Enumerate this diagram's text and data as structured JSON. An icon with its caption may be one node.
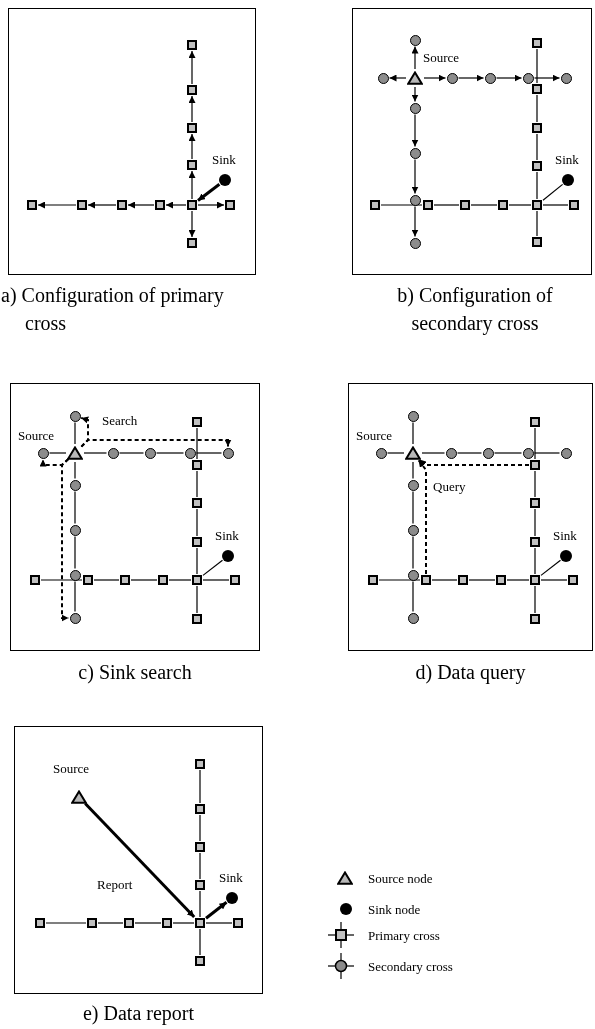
{
  "diagram": {
    "nodes": [
      {
        "text": [],
        "shape": "box",
        "beside": [
          "a) Configuration of primary cross"
        ]
      },
      {
        "text": [],
        "shape": "square",
        "in": 0
      },
      {
        "text": [],
        "shape": "square",
        "in": 0
      },
      {
        "text": [],
        "shape": "square",
        "in": 0
      },
      {
        "text": [],
        "shape": "square",
        "in": 0
      },
      {
        "text": [],
        "shape": "square",
        "in": 0
      },
      {
        "text": [],
        "shape": "square",
        "in": 0
      },
      {
        "text": [],
        "shape": "square",
        "in": 0
      },
      {
        "text": [],
        "shape": "square",
        "in": 0
      },
      {
        "text": [],
        "shape": "square",
        "in": 0
      },
      {
        "text": [],
        "shape": "square",
        "in": 0
      },
      {
        "text": [],
        "shape": "square",
        "in": 0
      },
      {
        "text": [],
        "shape": "dot",
        "in": 0,
        "beside": [
          "Sink"
        ]
      },
      {
        "text": [],
        "shape": "box",
        "beside": [
          "b) Configuration of secondary cross"
        ]
      },
      {
        "text": [],
        "shape": "circle",
        "in": 13
      },
      {
        "text": [],
        "shape": "circle",
        "in": 13
      },
      {
        "text": [],
        "shape": "triangle",
        "in": 13,
        "beside": [
          "Source"
        ]
      },
      {
        "text": [],
        "shape": "circle",
        "in": 13
      },
      {
        "text": [],
        "shape": "circle",
        "in": 13
      },
      {
        "text": [],
        "shape": "circle",
        "in": 13
      },
      {
        "text": [],
        "shape": "circle",
        "in": 13
      },
      {
        "text": [],
        "shape": "square",
        "in": 13
      },
      {
        "text": [],
        "shape": "circle",
        "in": 13
      },
      {
        "text": [],
        "shape": "square",
        "in": 13
      },
      {
        "text": [],
        "shape": "circle",
        "in": 13
      },
      {
        "text": [],
        "shape": "square",
        "in": 13
      },
      {
        "text": [],
        "shape": "square",
        "in": 13
      },
      {
        "text": [],
        "shape": "dot",
        "in": 13,
        "beside": [
          "Sink"
        ]
      },
      {
        "text": [],
        "shape": "square",
        "in": 13
      },
      {
        "text": [],
        "shape": "circle",
        "in": 13
      },
      {
        "text": [],
        "shape": "square",
        "in": 13
      },
      {
        "text": [],
        "shape": "square",
        "in": 13
      },
      {
        "text": [],
        "shape": "square",
        "in": 13
      },
      {
        "text": [],
        "shape": "square",
        "in": 13
      },
      {
        "text": [],
        "shape": "square",
        "in": 13
      },
      {
        "text": [],
        "shape": "circle",
        "in": 13
      },
      {
        "text": [],
        "shape": "square",
        "in": 13
      },
      {
        "text": [],
        "shape": "box",
        "beside": [
          "c) Sink search"
        ]
      },
      {
        "text": [],
        "shape": "circle",
        "in": 37
      },
      {
        "text": [],
        "shape": "circle",
        "in": 37
      },
      {
        "text": [],
        "shape": "triangle",
        "in": 37
      },
      {
        "text": [],
        "shape": "circle",
        "in": 37
      },
      {
        "text": [],
        "shape": "circle",
        "in": 37
      },
      {
        "text": [],
        "shape": "circle",
        "in": 37
      },
      {
        "text": [],
        "shape": "circle",
        "in": 37
      },
      {
        "text": [],
        "shape": "square",
        "in": 37
      },
      {
        "text": [],
        "shape": "circle",
        "in": 37
      },
      {
        "text": [],
        "shape": "square",
        "in": 37
      },
      {
        "text": [],
        "shape": "square",
        "in": 37
      },
      {
        "text": [],
        "shape": "circle",
        "in": 37
      },
      {
        "text": [],
        "shape": "square",
        "in": 37
      },
      {
        "text": [],
        "shape": "dot",
        "in": 37,
        "beside": [
          "Sink"
        ]
      },
      {
        "text": [],
        "shape": "square",
        "in": 37
      },
      {
        "text": [],
        "shape": "circle",
        "in": 37
      },
      {
        "text": [],
        "shape": "square",
        "in": 37
      },
      {
        "text": [],
        "shape": "square",
        "in": 37
      },
      {
        "text": [],
        "shape": "square",
        "in": 37
      },
      {
        "text": [],
        "shape": "square",
        "in": 37
      },
      {
        "text": [],
        "shape": "square",
        "in": 37
      },
      {
        "text": [],
        "shape": "circle",
        "in": 37
      },
      {
        "text": [],
        "shape": "square",
        "in": 37
      },
      {
        "text": [],
        "shape": "box",
        "beside": [
          "d) Data query"
        ]
      },
      {
        "text": [],
        "shape": "circle",
        "in": 61
      },
      {
        "text": [],
        "shape": "circle",
        "in": 61
      },
      {
        "text": [],
        "shape": "triangle",
        "in": 61
      },
      {
        "text": [],
        "shape": "circle",
        "in": 61
      },
      {
        "text": [],
        "shape": "circle",
        "in": 61
      },
      {
        "text": [],
        "shape": "circle",
        "in": 61
      },
      {
        "text": [],
        "shape": "circle",
        "in": 61
      },
      {
        "text": [],
        "shape": "square",
        "in": 61
      },
      {
        "text": [],
        "shape": "circle",
        "in": 61
      },
      {
        "text": [],
        "shape": "square",
        "in": 61
      },
      {
        "text": [],
        "shape": "square",
        "in": 61
      },
      {
        "text": [],
        "shape": "circle",
        "in": 61
      },
      {
        "text": [],
        "shape": "square",
        "in": 61
      },
      {
        "text": [],
        "shape": "dot",
        "in": 61,
        "beside": [
          "Sink"
        ]
      },
      {
        "text": [],
        "shape": "square",
        "in": 61
      },
      {
        "text": [],
        "shape": "circle",
        "in": 61
      },
      {
        "text": [],
        "shape": "square",
        "in": 61
      },
      {
        "text": [],
        "shape": "square",
        "in": 61
      },
      {
        "text": [],
        "shape": "square",
        "in": 61
      },
      {
        "text": [],
        "shape": "square",
        "in": 61
      },
      {
        "text": [],
        "shape": "square",
        "in": 61
      },
      {
        "text": [],
        "shape": "circle",
        "in": 61
      },
      {
        "text": [],
        "shape": "square",
        "in": 61
      },
      {
        "text": [],
        "shape": "box",
        "beside": [
          "e) Data report"
        ]
      },
      {
        "text": [],
        "shape": "triangle",
        "in": 85,
        "beside": [
          "Source"
        ]
      },
      {
        "text": [],
        "shape": "square",
        "in": 85
      },
      {
        "text": [],
        "shape": "square",
        "in": 85
      },
      {
        "text": [],
        "shape": "square",
        "in": 85
      },
      {
        "text": [],
        "shape": "square",
        "in": 85
      },
      {
        "text": [],
        "shape": "dot",
        "in": 85,
        "beside": [
          "Sink"
        ]
      },
      {
        "text": [],
        "shape": "square",
        "in": 85
      },
      {
        "text": [],
        "shape": "square",
        "in": 85
      },
      {
        "text": [],
        "shape": "square",
        "in": 85
      },
      {
        "text": [],
        "shape": "square",
        "in": 85
      },
      {
        "text": [],
        "shape": "square",
        "in": 85
      },
      {
        "text": [],
        "shape": "square",
        "in": 85
      },
      {
        "text": [],
        "shape": "square",
        "in": 85
      }
    ],
    "edges": [
      {
        "from": 9,
        "to": 4,
        "arrow": "to"
      },
      {
        "from": 4,
        "to": 3,
        "arrow": "to"
      },
      {
        "from": 3,
        "to": 2,
        "arrow": "to"
      },
      {
        "from": 2,
        "to": 1,
        "arrow": "to"
      },
      {
        "from": 9,
        "to": 8,
        "arrow": "to"
      },
      {
        "from": 8,
        "to": 7,
        "arrow": "to"
      },
      {
        "from": 7,
        "to": 6,
        "arrow": "to"
      },
      {
        "from": 6,
        "to": 5,
        "arrow": "to"
      },
      {
        "from": 9,
        "to": 10,
        "arrow": "to"
      },
      {
        "from": 9,
        "to": 11,
        "arrow": "to"
      },
      {
        "from": 12,
        "to": 9,
        "arrow": "to",
        "style": "thick"
      },
      {
        "from": 16,
        "to": 14,
        "arrow": "to"
      },
      {
        "from": 16,
        "to": 15,
        "arrow": "to"
      },
      {
        "from": 16,
        "to": 17,
        "arrow": "to"
      },
      {
        "from": 17,
        "to": 18,
        "arrow": "to"
      },
      {
        "from": 18,
        "to": 19,
        "arrow": "to"
      },
      {
        "from": 19,
        "to": 20,
        "arrow": "to"
      },
      {
        "from": 16,
        "to": 22,
        "arrow": "to"
      },
      {
        "from": 22,
        "to": 24,
        "arrow": "to"
      },
      {
        "from": 24,
        "to": 29,
        "arrow": "to"
      },
      {
        "from": 29,
        "to": 35,
        "arrow": "to"
      },
      {
        "from": 21,
        "to": 23,
        "arrow": "none"
      },
      {
        "from": 23,
        "to": 25,
        "arrow": "none"
      },
      {
        "from": 25,
        "to": 26,
        "arrow": "none"
      },
      {
        "from": 26,
        "to": 33,
        "arrow": "none"
      },
      {
        "from": 33,
        "to": 36,
        "arrow": "none"
      },
      {
        "from": 28,
        "to": 30,
        "arrow": "none"
      },
      {
        "from": 30,
        "to": 31,
        "arrow": "none"
      },
      {
        "from": 31,
        "to": 32,
        "arrow": "none"
      },
      {
        "from": 32,
        "to": 33,
        "arrow": "none"
      },
      {
        "from": 33,
        "to": 34,
        "arrow": "none"
      },
      {
        "from": 27,
        "to": 33,
        "arrow": "none"
      },
      {
        "from": 40,
        "to": 38,
        "arrow": "none"
      },
      {
        "from": 39,
        "to": 40,
        "arrow": "none"
      },
      {
        "from": 40,
        "to": 41,
        "arrow": "none"
      },
      {
        "from": 41,
        "to": 42,
        "arrow": "none"
      },
      {
        "from": 42,
        "to": 43,
        "arrow": "none"
      },
      {
        "from": 43,
        "to": 44,
        "arrow": "none"
      },
      {
        "from": 40,
        "to": 46,
        "arrow": "none"
      },
      {
        "from": 46,
        "to": 49,
        "arrow": "none"
      },
      {
        "from": 49,
        "to": 53,
        "arrow": "none"
      },
      {
        "from": 53,
        "to": 59,
        "arrow": "none"
      },
      {
        "from": 45,
        "to": 47,
        "arrow": "none"
      },
      {
        "from": 47,
        "to": 48,
        "arrow": "none"
      },
      {
        "from": 48,
        "to": 50,
        "arrow": "none"
      },
      {
        "from": 50,
        "to": 57,
        "arrow": "none"
      },
      {
        "from": 57,
        "to": 60,
        "arrow": "none"
      },
      {
        "from": 52,
        "to": 54,
        "arrow": "none"
      },
      {
        "from": 54,
        "to": 55,
        "arrow": "none"
      },
      {
        "from": 55,
        "to": 56,
        "arrow": "none"
      },
      {
        "from": 56,
        "to": 57,
        "arrow": "none"
      },
      {
        "from": 57,
        "to": 58,
        "arrow": "none"
      },
      {
        "from": 51,
        "to": 57,
        "arrow": "none"
      },
      {
        "from": 40,
        "to": 38,
        "arrow": "to",
        "style": "dashed",
        "label": "Search"
      },
      {
        "from": 40,
        "to": 44,
        "arrow": "to",
        "style": "dashed"
      },
      {
        "from": 40,
        "to": 39,
        "arrow": "to",
        "style": "dashed"
      },
      {
        "from": 40,
        "to": 59,
        "arrow": "to",
        "style": "dashed"
      },
      {
        "from": 64,
        "to": 62,
        "arrow": "none"
      },
      {
        "from": 63,
        "to": 64,
        "arrow": "none"
      },
      {
        "from": 64,
        "to": 65,
        "arrow": "none"
      },
      {
        "from": 65,
        "to": 66,
        "arrow": "none"
      },
      {
        "from": 66,
        "to": 67,
        "arrow": "none"
      },
      {
        "from": 67,
        "to": 68,
        "arrow": "none"
      },
      {
        "from": 64,
        "to": 70,
        "arrow": "none"
      },
      {
        "from": 70,
        "to": 73,
        "arrow": "none"
      },
      {
        "from": 73,
        "to": 77,
        "arrow": "none"
      },
      {
        "from": 77,
        "to": 83,
        "arrow": "none"
      },
      {
        "from": 69,
        "to": 71,
        "arrow": "none"
      },
      {
        "from": 71,
        "to": 72,
        "arrow": "none"
      },
      {
        "from": 72,
        "to": 74,
        "arrow": "none"
      },
      {
        "from": 74,
        "to": 81,
        "arrow": "none"
      },
      {
        "from": 81,
        "to": 84,
        "arrow": "none"
      },
      {
        "from": 76,
        "to": 78,
        "arrow": "none"
      },
      {
        "from": 78,
        "to": 79,
        "arrow": "none"
      },
      {
        "from": 79,
        "to": 80,
        "arrow": "none"
      },
      {
        "from": 80,
        "to": 81,
        "arrow": "none"
      },
      {
        "from": 81,
        "to": 82,
        "arrow": "none"
      },
      {
        "from": 75,
        "to": 81,
        "arrow": "none"
      },
      {
        "from": 71,
        "to": 64,
        "arrow": "to",
        "style": "dashed"
      },
      {
        "from": 78,
        "to": 64,
        "arrow": "to",
        "style": "dashed",
        "label": "Query"
      },
      {
        "from": 87,
        "to": 88,
        "arrow": "none"
      },
      {
        "from": 88,
        "to": 89,
        "arrow": "none"
      },
      {
        "from": 89,
        "to": 90,
        "arrow": "none"
      },
      {
        "from": 90,
        "to": 96,
        "arrow": "none"
      },
      {
        "from": 96,
        "to": 98,
        "arrow": "none"
      },
      {
        "from": 92,
        "to": 93,
        "arrow": "none"
      },
      {
        "from": 93,
        "to": 94,
        "arrow": "none"
      },
      {
        "from": 94,
        "to": 95,
        "arrow": "none"
      },
      {
        "from": 95,
        "to": 96,
        "arrow": "none"
      },
      {
        "from": 96,
        "to": 97,
        "arrow": "none"
      },
      {
        "from": 86,
        "to": 96,
        "arrow": "to",
        "style": "thick",
        "label": "Report"
      },
      {
        "from": 96,
        "to": 91,
        "arrow": "to",
        "style": "thick"
      }
    ],
    "labels": [
      "Source",
      "Source"
    ],
    "legend": [
      {
        "text": "Source node"
      },
      {
        "text": "Sink node"
      },
      {
        "text": "Primary cross"
      },
      {
        "text": "Secondary cross"
      }
    ]
  }
}
